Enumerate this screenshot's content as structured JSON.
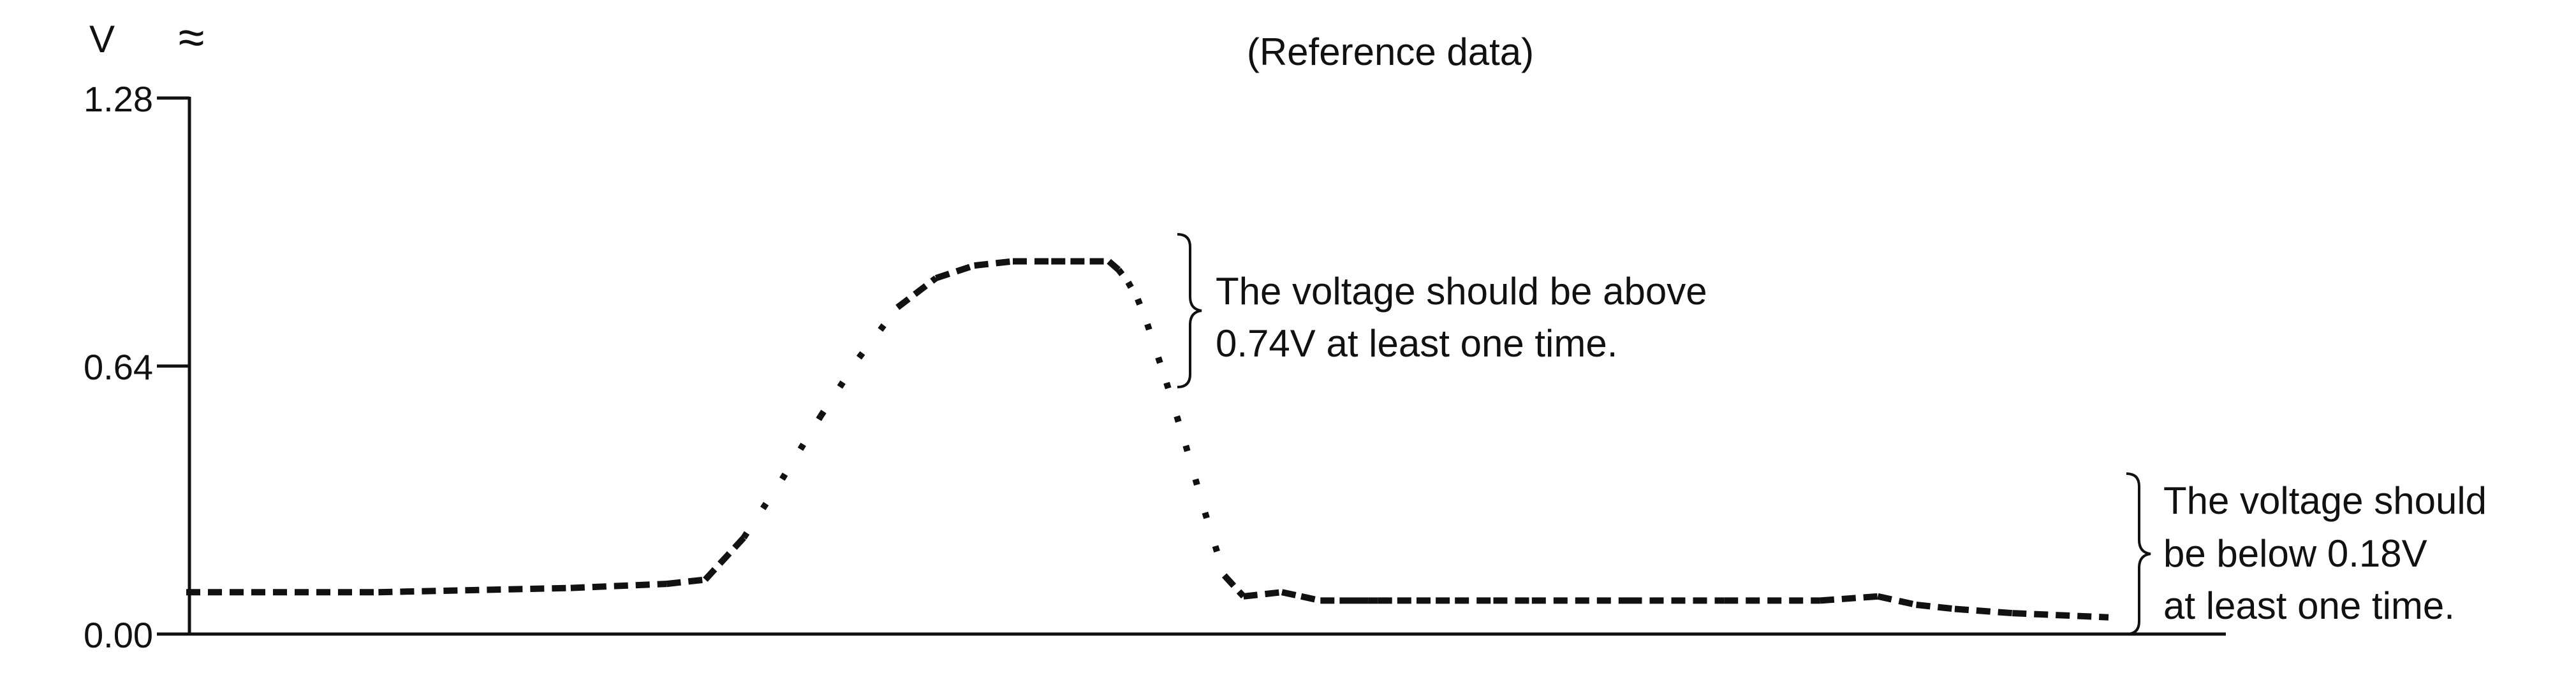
{
  "chart_data": {
    "type": "line",
    "title": "(Reference data)",
    "ylabel": "V",
    "axis_break_symbol": "≈",
    "xlabel": "",
    "ylim": [
      0,
      1.28
    ],
    "xlim": [
      0,
      100
    ],
    "yticks": [
      "0.00",
      "0.64",
      "1.28"
    ],
    "grid": false,
    "line_style": "dashed/dotted",
    "series": [
      {
        "x": [
          0,
          10,
          20,
          25,
          27,
          29,
          31,
          33,
          35,
          37,
          39,
          41,
          43,
          45,
          46,
          47,
          48,
          48.5,
          49,
          49.5,
          50,
          51,
          52,
          53,
          54,
          55,
          57,
          58,
          59,
          60,
          60.5,
          61,
          61.5,
          62,
          63,
          64,
          65,
          66,
          68,
          70,
          75,
          80,
          85,
          88,
          90,
          92,
          95,
          100
        ],
        "y": [
          0.1,
          0.1,
          0.11,
          0.12,
          0.13,
          0.23,
          0.37,
          0.52,
          0.66,
          0.78,
          0.85,
          0.88,
          0.89,
          0.89,
          0.89,
          0.89,
          0.89,
          0.87,
          0.84,
          0.8,
          0.74,
          0.6,
          0.45,
          0.29,
          0.14,
          0.09,
          0.1,
          0.09,
          0.08,
          0.08,
          0.08,
          0.08,
          0.08,
          0.08,
          0.08,
          0.08,
          0.08,
          0.08,
          0.08,
          0.08,
          0.08,
          0.08,
          0.08,
          0.09,
          0.07,
          0.06,
          0.05,
          0.04
        ]
      }
    ],
    "annotations": [
      {
        "id": "upper",
        "lines": [
          "The voltage should be above",
          "0.74V at least one time."
        ]
      },
      {
        "id": "lower",
        "lines": [
          "The voltage should",
          "be below 0.18V",
          "at least one time."
        ]
      }
    ]
  },
  "colors": {
    "ink": "#111111",
    "background": "#ffffff"
  }
}
